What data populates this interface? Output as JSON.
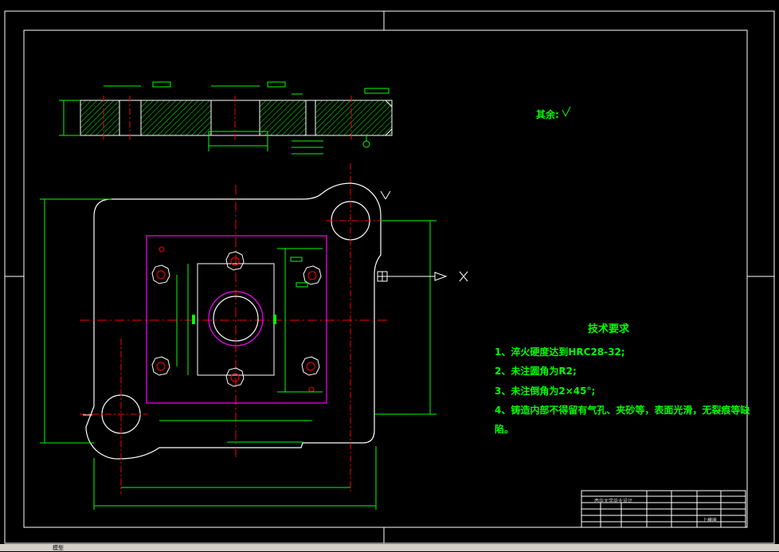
{
  "drawing": {
    "surface_note": "其余:",
    "tech_requirements": {
      "title": "技术要求",
      "items": [
        "1、淬火硬度达到HRC28-32;",
        "2、未注圆角为R2;",
        "3、未注倒角为2×45°;",
        "4、铸造内部不得留有气孔、夹砂等，表面光滑，无裂痕等缺",
        "陷。"
      ]
    },
    "title_block": {
      "school": "西华大学毕业设计",
      "part_name": "上模座"
    }
  },
  "tabs": {
    "model_tab": "模型"
  },
  "colors": {
    "background": "#000000",
    "outline": "#ffffff",
    "centerline": "#ff0000",
    "dimension": "#00ff00",
    "hatch": "#00ff00",
    "plate": "#ff00ff",
    "frame": "#ffffff"
  }
}
